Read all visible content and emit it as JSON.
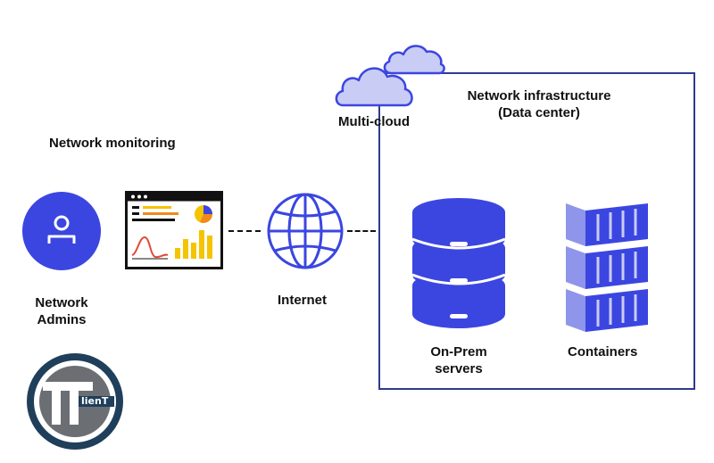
{
  "labels": {
    "network_monitoring": "Network monitoring",
    "network_admins_line1": "Network",
    "network_admins_line2": "Admins",
    "internet": "Internet",
    "multi_cloud": "Multi-cloud",
    "infrastructure_line1": "Network infrastructure",
    "infrastructure_line2": "(Data center)",
    "on_prem_line1": "On-Prem",
    "on_prem_line2": "servers",
    "containers": "Containers"
  },
  "logo": {
    "text": "lienT",
    "initials": "TT"
  },
  "icons": {
    "admin": "user-icon",
    "dashboard": "monitoring-dashboard-icon",
    "internet": "globe-icon",
    "cloud": "cloud-icon",
    "servers": "database-server-icon",
    "containers": "container-stack-icon"
  },
  "colors": {
    "primary_blue": "#3b46e0",
    "frame_border": "#2f3a8f",
    "cloud_fill": "#c9ccf5",
    "chart_yellow": "#f5c400",
    "chart_orange": "#f08a1c",
    "chart_red": "#e04a3a",
    "logo_dark": "#1f3f5b",
    "logo_gray": "#6b6f73"
  }
}
